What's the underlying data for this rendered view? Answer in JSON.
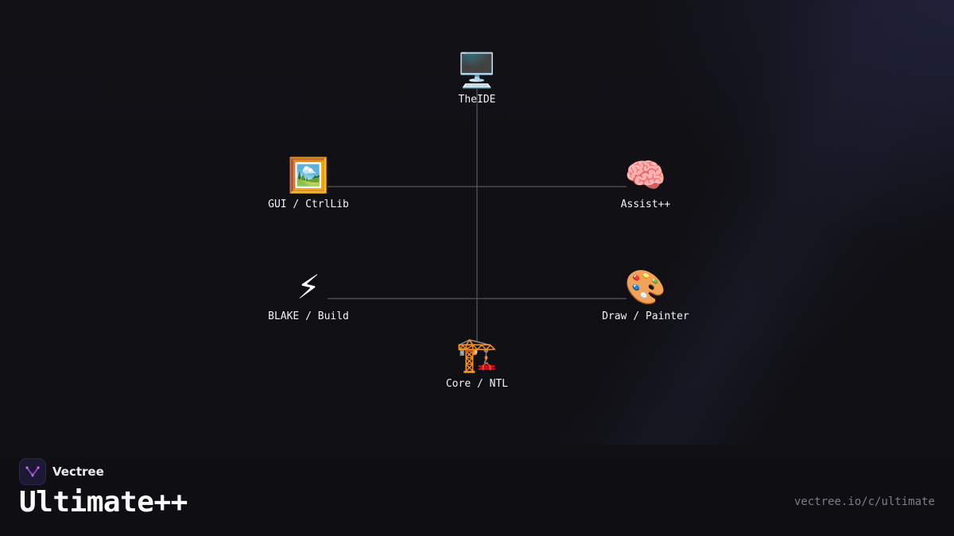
{
  "diagram": {
    "nodes": [
      {
        "id": "theide",
        "icon": "desktop-computer",
        "glyph": "🖥️",
        "label": "TheIDE"
      },
      {
        "id": "gui",
        "icon": "framed-picture",
        "glyph": "🖼️",
        "label": "GUI / CtrlLib"
      },
      {
        "id": "assist",
        "icon": "brain",
        "glyph": "🧠",
        "label": "Assist++"
      },
      {
        "id": "blake",
        "icon": "lightning",
        "glyph": "⚡",
        "label": "BLAKE / Build"
      },
      {
        "id": "draw",
        "icon": "artist-palette",
        "glyph": "🎨",
        "label": "Draw / Painter"
      },
      {
        "id": "core",
        "icon": "construction-crane",
        "glyph": "🏗️",
        "label": "Core / NTL"
      }
    ],
    "connections": [
      [
        "theide",
        "core"
      ],
      [
        "gui",
        "assist"
      ],
      [
        "blake",
        "draw"
      ]
    ]
  },
  "brand": {
    "name": "Vectree",
    "icon": "vectree-logo",
    "accent": "#a24bd6"
  },
  "title": "Ultimate++",
  "url": "vectree.io/c/ultimate"
}
